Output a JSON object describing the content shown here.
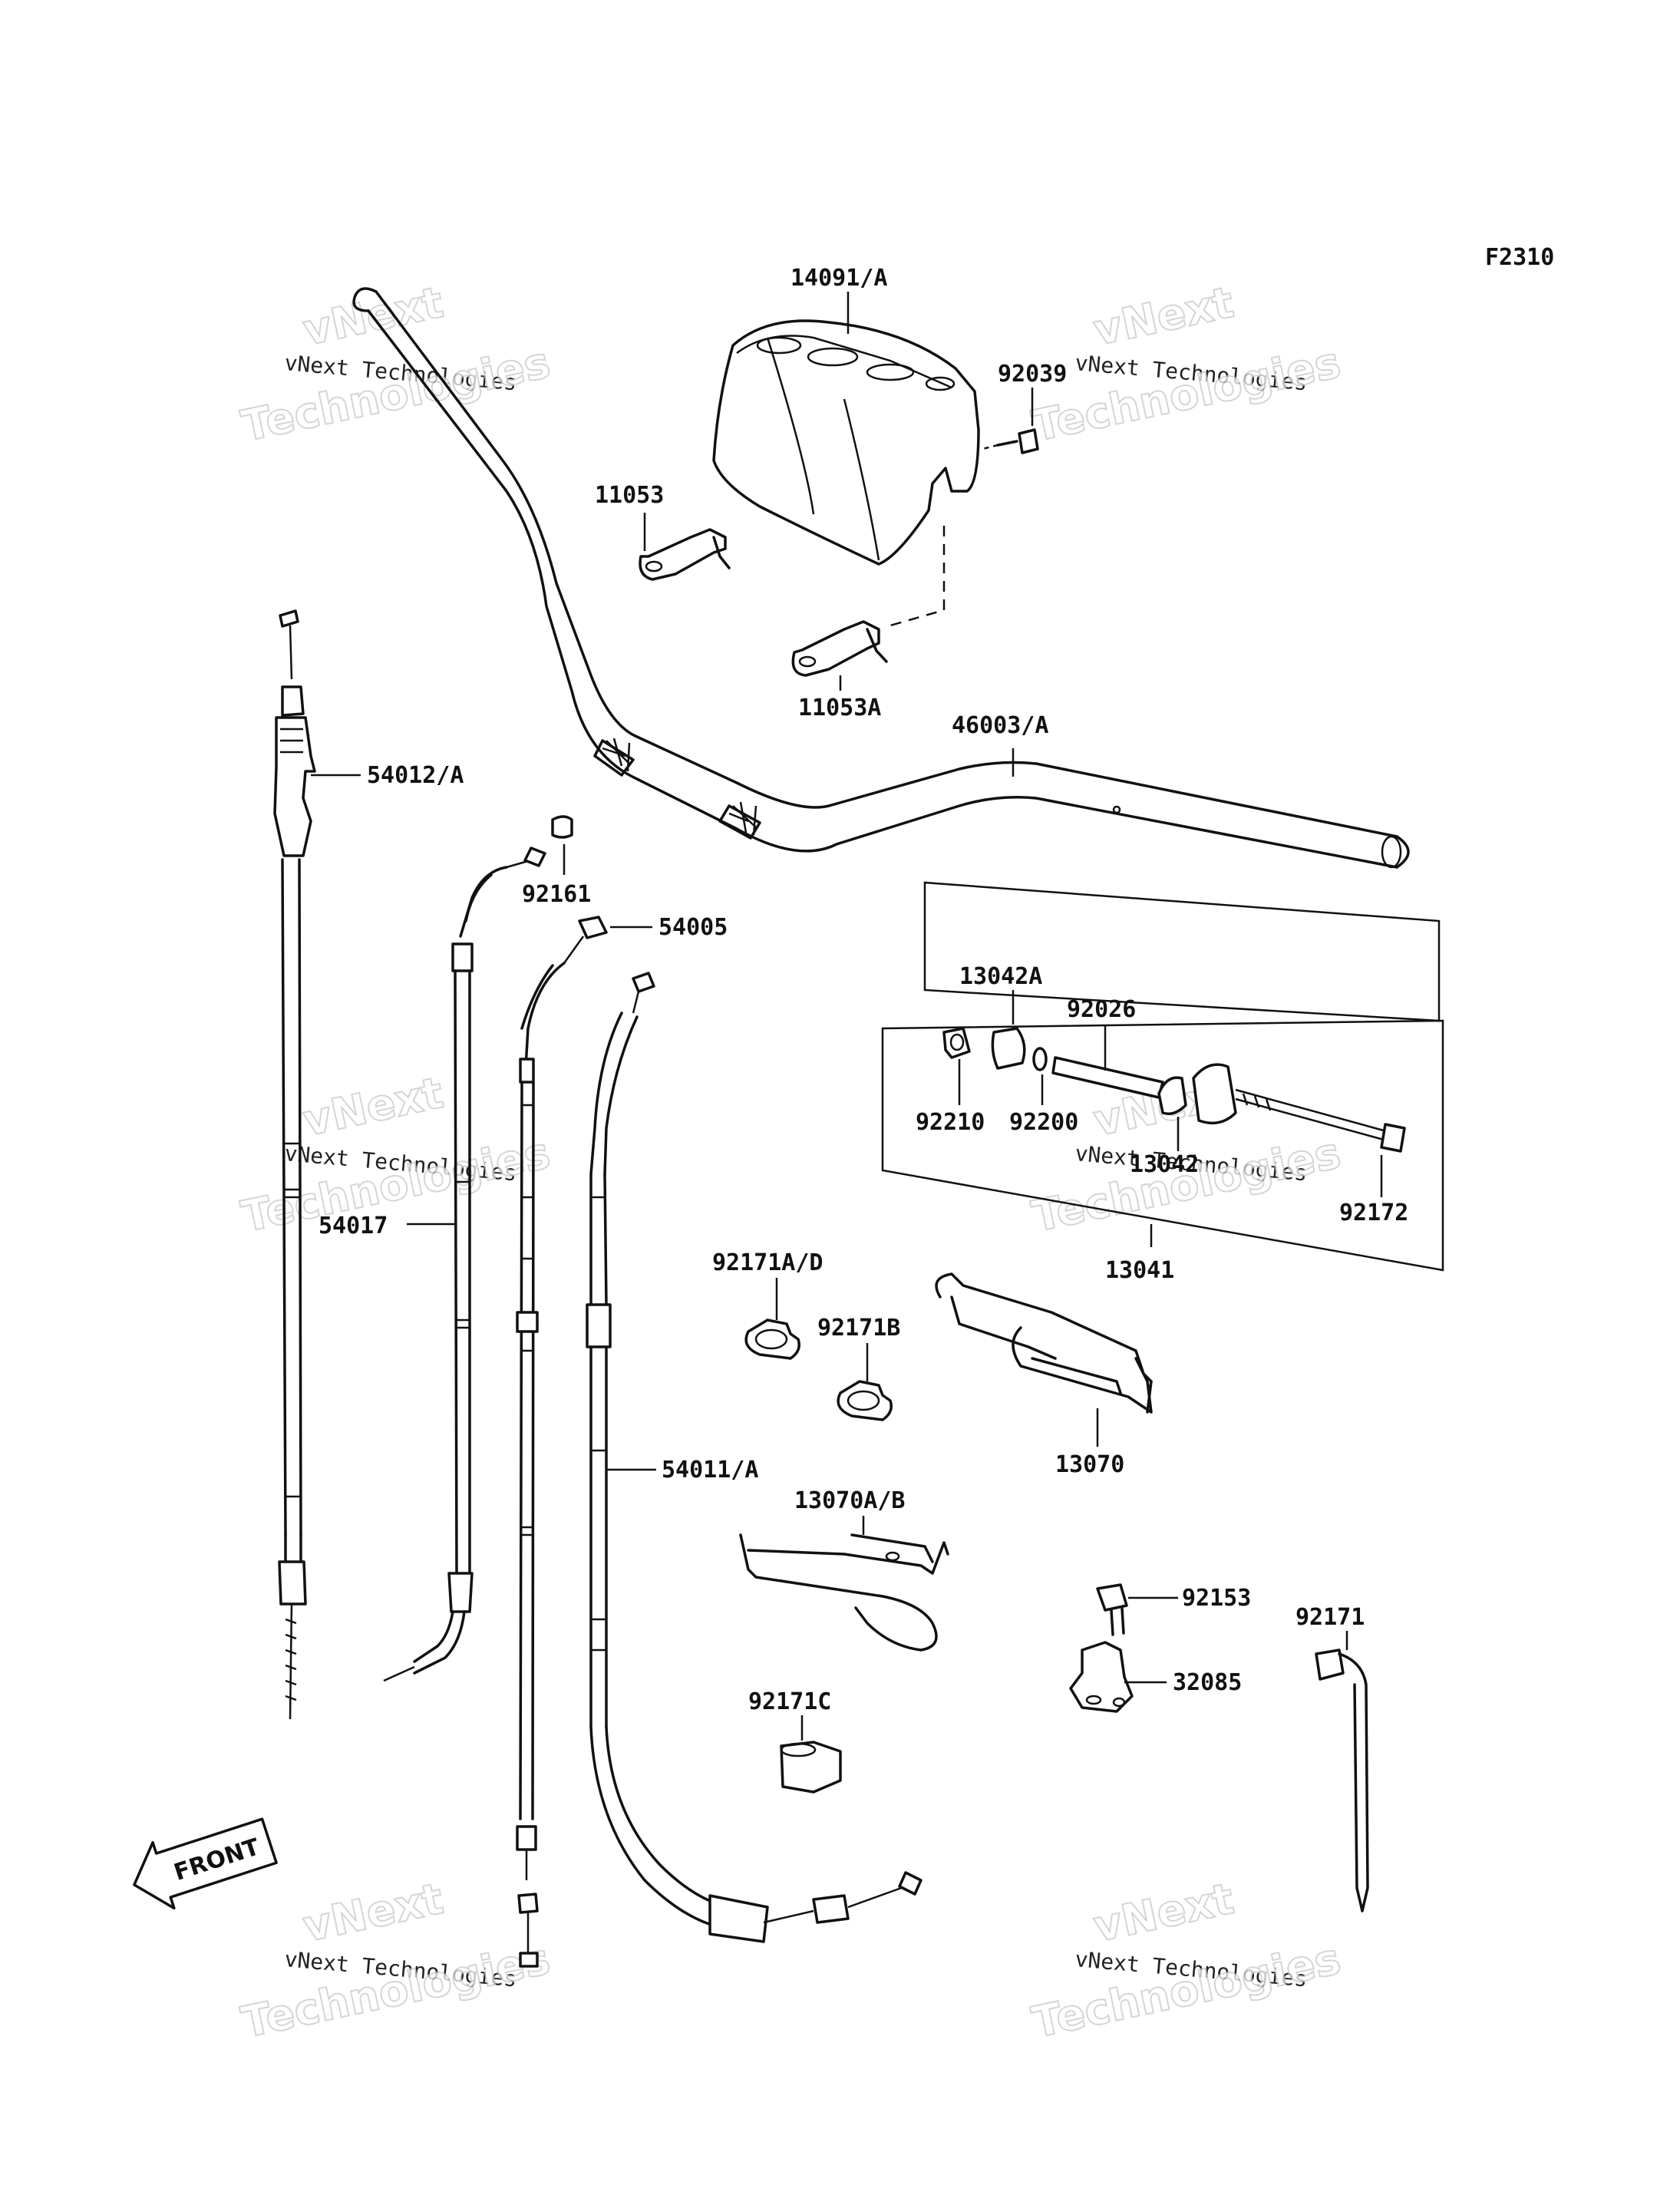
{
  "diagram_code": "F2310",
  "watermark": {
    "big_top": "vNext",
    "line": "vNext Technologies",
    "big_bottom": "Technologies"
  },
  "front_label": "FRONT",
  "labels": {
    "p14091A": "14091/A",
    "p92039": "92039",
    "p11053": "11053",
    "p11053A": "11053A",
    "p46003A": "46003/A",
    "p54012A": "54012/A",
    "p92161": "92161",
    "p54005": "54005",
    "p13042A": "13042A",
    "p92026": "92026",
    "p92210": "92210",
    "p92200": "92200",
    "p13042": "13042",
    "p92172": "92172",
    "p13041": "13041",
    "p54017": "54017",
    "p92171AD": "92171A/D",
    "p92171B": "92171B",
    "p13070": "13070",
    "p54011A": "54011/A",
    "p13070AB": "13070A/B",
    "p92153": "92153",
    "p92171": "92171",
    "p32085": "32085",
    "p92171C": "92171C"
  }
}
